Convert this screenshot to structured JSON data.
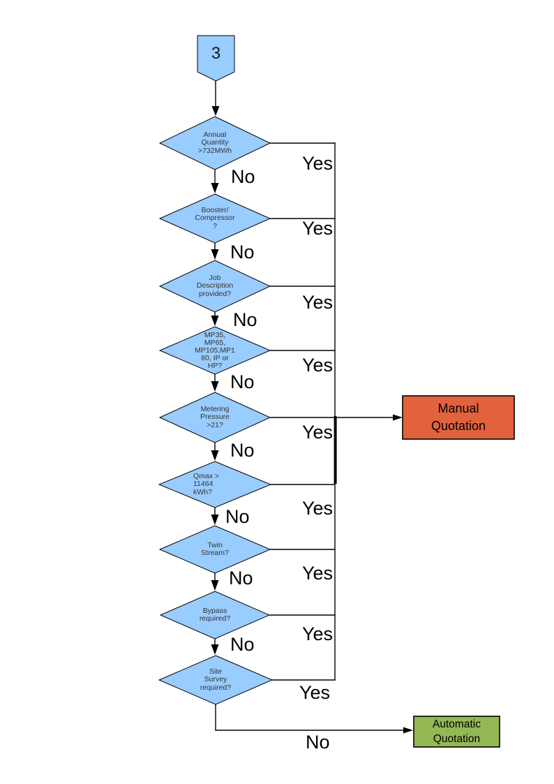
{
  "colors": {
    "decision-fill": "#99CCFF",
    "connector-fill": "#99CCFF",
    "manual-fill": "#E2623D",
    "automatic-fill": "#94B854",
    "line": "#000000"
  },
  "flowchart": {
    "offpage_connector": {
      "label": "3"
    },
    "decisions": [
      {
        "id": "annual-quantity",
        "label": "Annual\nQuantity\n>732MWh",
        "yes": "Yes",
        "no": "No"
      },
      {
        "id": "booster-compressor",
        "label": "Booster/\nCompressor\n?",
        "yes": "Yes",
        "no": "No"
      },
      {
        "id": "job-description",
        "label": "Job\nDescription\nprovided?",
        "yes": "Yes",
        "no": "No"
      },
      {
        "id": "pressure-tier",
        "label": "MP35,\nMP65,\nMP105,MP1\n80, IP or\nHP?",
        "yes": "Yes",
        "no": "No"
      },
      {
        "id": "metering-pressure",
        "label": "Metering\nPressure\n>21?",
        "yes": "Yes",
        "no": "No"
      },
      {
        "id": "qmax",
        "label": "Qmax >\n11464\nkWh?",
        "yes": "Yes",
        "no": "No"
      },
      {
        "id": "twin-stream",
        "label": "Twin\nStream?",
        "yes": "Yes",
        "no": "No"
      },
      {
        "id": "bypass",
        "label": "Bypass\nrequired?",
        "yes": "Yes",
        "no": "No"
      },
      {
        "id": "site-survey",
        "label": "Site\nSurvey\nrequired?",
        "yes": "Yes",
        "no": "No"
      }
    ],
    "outcomes": {
      "manual": {
        "label": "Manual\nQuotation"
      },
      "automatic": {
        "label": "Automatic\nQuotation"
      }
    }
  }
}
